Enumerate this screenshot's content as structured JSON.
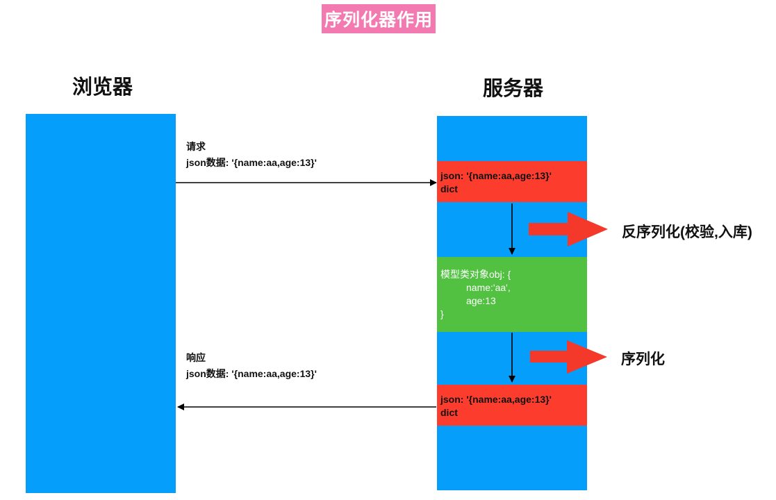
{
  "title": "序列化器作用",
  "browser": {
    "label": "浏览器"
  },
  "server": {
    "label": "服务器",
    "incoming_box": {
      "line1": "json: '{name:aa,age:13}'",
      "line2": "dict"
    },
    "model_box": {
      "line1": "模型类对象obj: {",
      "line2": "name:'aa',",
      "line3": "age:13",
      "line4": "}"
    },
    "outgoing_box": {
      "line1": "json: '{name:aa,age:13}'",
      "line2": "dict"
    }
  },
  "request": {
    "label": "请求",
    "data": "json数据: '{name:aa,age:13}'"
  },
  "response": {
    "label": "响应",
    "data": "json数据: '{name:aa,age:13}'"
  },
  "steps": {
    "deserialize": "反序列化(校验,入库)",
    "serialize": "序列化"
  },
  "colors": {
    "blue": "#059ffb",
    "red": "#fc3d2e",
    "green": "#52c142",
    "pink": "#f27ab0",
    "arrow_red": "#f4382a"
  }
}
